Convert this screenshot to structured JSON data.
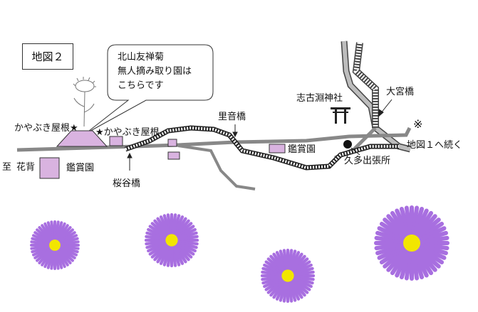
{
  "map": {
    "title": "地図２",
    "callout": {
      "lines": [
        "北山友禅菊",
        "無人摘み取り園は",
        "こちらです"
      ]
    },
    "places": {
      "kayabuki_left": "かやぶき屋根★",
      "kayabuki_right": "★かやぶき屋根",
      "satone_bridge": "里音橋",
      "shikobuchi_shrine": "志古淵神社",
      "omiya_bridge": "大宮橋",
      "note_mark": "※",
      "to_map1": "地図１へ続く",
      "kanshoen_right": "鑑賞園",
      "kanshoen_left": "鑑賞園",
      "to_hanase_prefix": "至",
      "to_hanase": "花背",
      "sakuradani_bridge": "桜谷橋",
      "kuta_office": "久多出張所"
    },
    "colors": {
      "building_fill": "#d9b3e0",
      "road": "#8a8a8a",
      "flower_petal": "#a86fe0",
      "flower_center": "#f2e600"
    }
  }
}
